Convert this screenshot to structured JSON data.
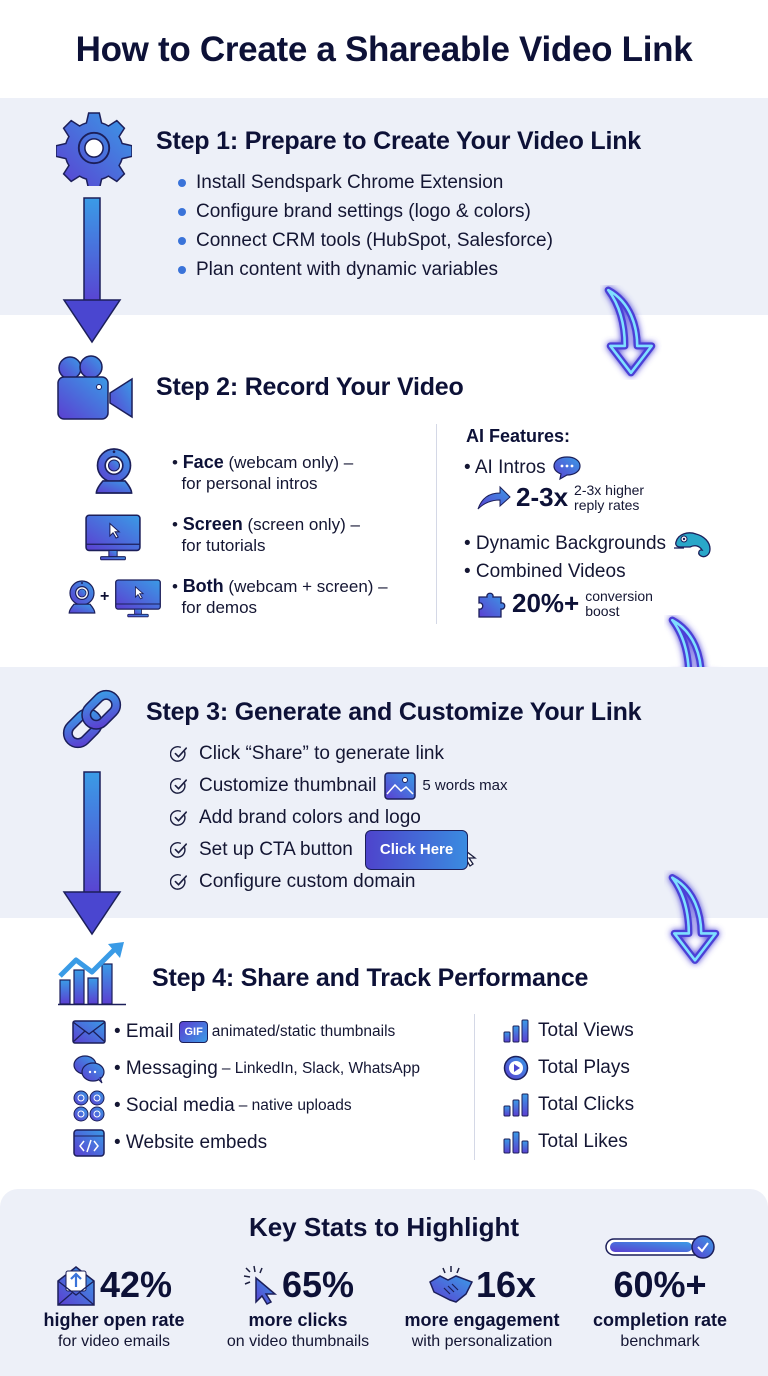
{
  "title": "How to Create a Shareable Video Link",
  "colors": {
    "accent_start": "#5b3fd1",
    "accent_end": "#3a9be6",
    "band_bg": "#edf0f8",
    "text_dark": "#0d1137",
    "neon": "#5ad0ff"
  },
  "step1": {
    "title": "Step 1: Prepare to Create Your Video Link",
    "icon": "gear-icon",
    "items": [
      "Install Sendspark Chrome Extension",
      "Configure brand settings (logo & colors)",
      "Connect CRM tools (HubSpot, Salesforce)",
      "Plan content with dynamic variables"
    ]
  },
  "step2": {
    "title": "Step 2: Record Your Video",
    "icon": "video-camera-icon",
    "modes": [
      {
        "label": "Face",
        "detail": "(webcam only) –",
        "use": "for personal intros",
        "icon": "webcam-icon"
      },
      {
        "label": "Screen",
        "detail": "(screen only) –",
        "use": "for tutorials",
        "icon": "monitor-icon"
      },
      {
        "label": "Both",
        "detail": "(webcam + screen) –",
        "use": "for demos",
        "icon": "webcam-plus-monitor-icon"
      }
    ],
    "ai": {
      "title": "AI Features:",
      "intros": "• AI Intros",
      "intros_stat": "2-3x",
      "intros_note_1": "2-3x higher",
      "intros_note_2": "reply rates",
      "backgrounds": "• Dynamic Backgrounds",
      "combined": "• Combined Videos",
      "combined_stat": "20%+",
      "combined_note_1": "conversion",
      "combined_note_2": "boost"
    },
    "plus": "+"
  },
  "step3": {
    "title": "Step 3: Generate and Customize Your Link",
    "icon": "link-icon",
    "items": [
      {
        "text": "Click “Share” to generate link"
      },
      {
        "text": "Customize thumbnail",
        "note": "5 words max"
      },
      {
        "text": "Add brand colors and logo"
      },
      {
        "text": "Set up CTA button",
        "button": "Click Here"
      },
      {
        "text": "Configure custom domain"
      }
    ]
  },
  "step4": {
    "title": "Step 4: Share and Track Performance",
    "icon": "growth-chart-icon",
    "channels": [
      {
        "label": "• Email",
        "note": "animated/static thumbnails",
        "badge": "GIF"
      },
      {
        "label": "• Messaging",
        "note": "– LinkedIn, Slack, WhatsApp"
      },
      {
        "label": "• Social media",
        "note": "– native uploads"
      },
      {
        "label": "• Website embeds",
        "note": ""
      }
    ],
    "metrics": [
      "Total Views",
      "Total Plays",
      "Total Clicks",
      "Total Likes"
    ]
  },
  "stats": {
    "title": "Key Stats to Highlight",
    "items": [
      {
        "value": "42%",
        "label": "higher open rate",
        "sub": "for video emails"
      },
      {
        "value": "65%",
        "label": "more clicks",
        "sub": "on video thumbnails"
      },
      {
        "value": "16x",
        "label": "more engagement",
        "sub": "with personalization"
      },
      {
        "value": "60%+",
        "label": "completion rate",
        "sub": "benchmark"
      }
    ]
  }
}
